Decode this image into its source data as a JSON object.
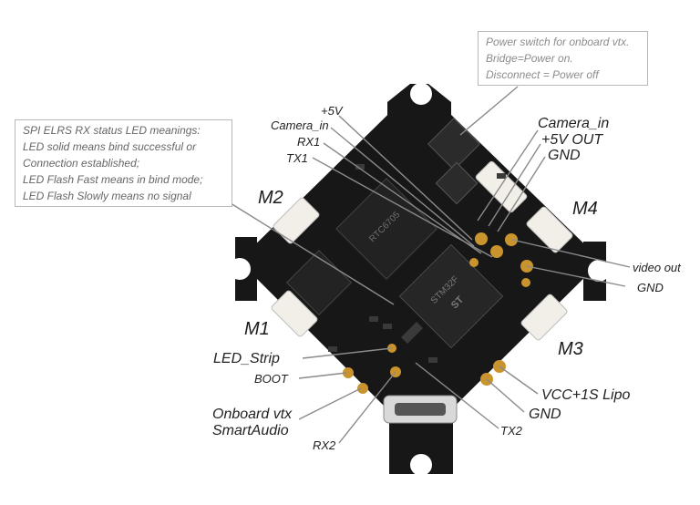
{
  "notes": {
    "spi_elrs": [
      "SPI ELRS RX status LED meanings:",
      "LED solid means bind successful or",
      "Connection established;",
      "LED Flash Fast means in bind mode;",
      "LED Flash Slowly means no signal"
    ],
    "power_switch": [
      "Power switch for onboard vtx.",
      "Bridge=Power on.",
      "Disconnect = Power off"
    ]
  },
  "motors": {
    "m1": "M1",
    "m2": "M2",
    "m3": "M3",
    "m4": "M4"
  },
  "labels": {
    "plus5v": "+5V",
    "camera_in_left": "Camera_in",
    "rx1": "RX1",
    "tx1": "TX1",
    "camera_in_right": "Camera_in",
    "plus5v_out": "+5V OUT",
    "gnd_right_top": "GND",
    "video_out": "video out",
    "gnd_video": "GND",
    "led_strip": "LED_Strip",
    "boot": "BOOT",
    "onboard_vtx": "Onboard vtx",
    "smartaudio": "SmartAudio",
    "rx2": "RX2",
    "tx2": "TX2",
    "vcc_lipo": "VCC+1S Lipo",
    "gnd_bottom": "GND"
  },
  "chips": {
    "rtc": "RTC6705",
    "stm": "STM32F",
    "st": "ST"
  },
  "colors": {
    "board": "#161616",
    "pad": "#c9942e",
    "connector": "#f2efe8",
    "leader": "#8a8a8a"
  }
}
